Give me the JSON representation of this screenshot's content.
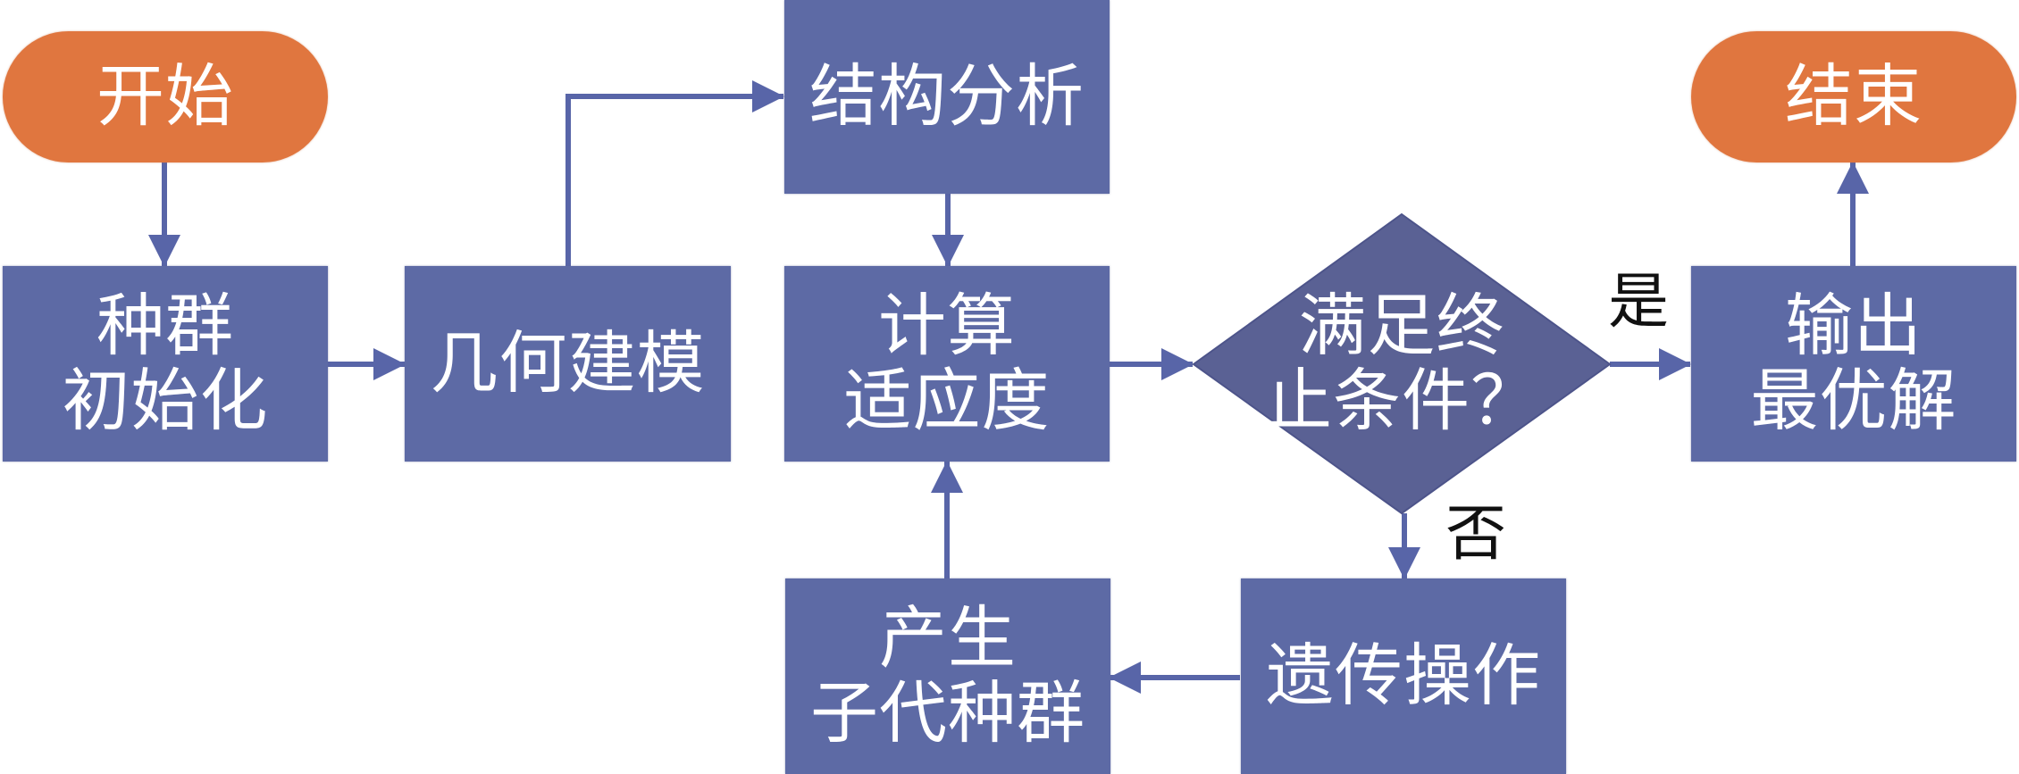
{
  "diagram": {
    "title": "Genetic algorithm optimization flowchart",
    "colors": {
      "terminal": "#e0763f",
      "process": "#5d6aa5",
      "decision": "#5a6194",
      "connector": "#5865a8",
      "node_text": "#ffffff",
      "branch_label": "#111111"
    },
    "nodes": {
      "start": {
        "lines": [
          "开始"
        ]
      },
      "init_population": {
        "lines": [
          "种群",
          "初始化"
        ]
      },
      "geometric_modeling": {
        "lines": [
          "几何建模"
        ]
      },
      "structural_analysis": {
        "lines": [
          "结构分析"
        ]
      },
      "compute_fitness": {
        "lines": [
          "计算",
          "适应度"
        ]
      },
      "termination_check": {
        "lines": [
          "满足终",
          "止条件？"
        ]
      },
      "output_best": {
        "lines": [
          "输出",
          "最优解"
        ]
      },
      "end": {
        "lines": [
          "结束"
        ]
      },
      "genetic_operations": {
        "lines": [
          "遗传操作"
        ]
      },
      "generate_offspring": {
        "lines": [
          "产生",
          "子代种群"
        ]
      }
    },
    "branch_labels": {
      "yes": "是",
      "no": "否"
    },
    "edges": [
      {
        "from": "start",
        "to": "init_population"
      },
      {
        "from": "init_population",
        "to": "geometric_modeling"
      },
      {
        "from": "geometric_modeling",
        "to": "structural_analysis"
      },
      {
        "from": "structural_analysis",
        "to": "compute_fitness"
      },
      {
        "from": "compute_fitness",
        "to": "termination_check"
      },
      {
        "from": "termination_check",
        "to": "output_best",
        "label": "是"
      },
      {
        "from": "output_best",
        "to": "end"
      },
      {
        "from": "termination_check",
        "to": "genetic_operations",
        "label": "否"
      },
      {
        "from": "genetic_operations",
        "to": "generate_offspring"
      },
      {
        "from": "generate_offspring",
        "to": "compute_fitness"
      }
    ]
  }
}
